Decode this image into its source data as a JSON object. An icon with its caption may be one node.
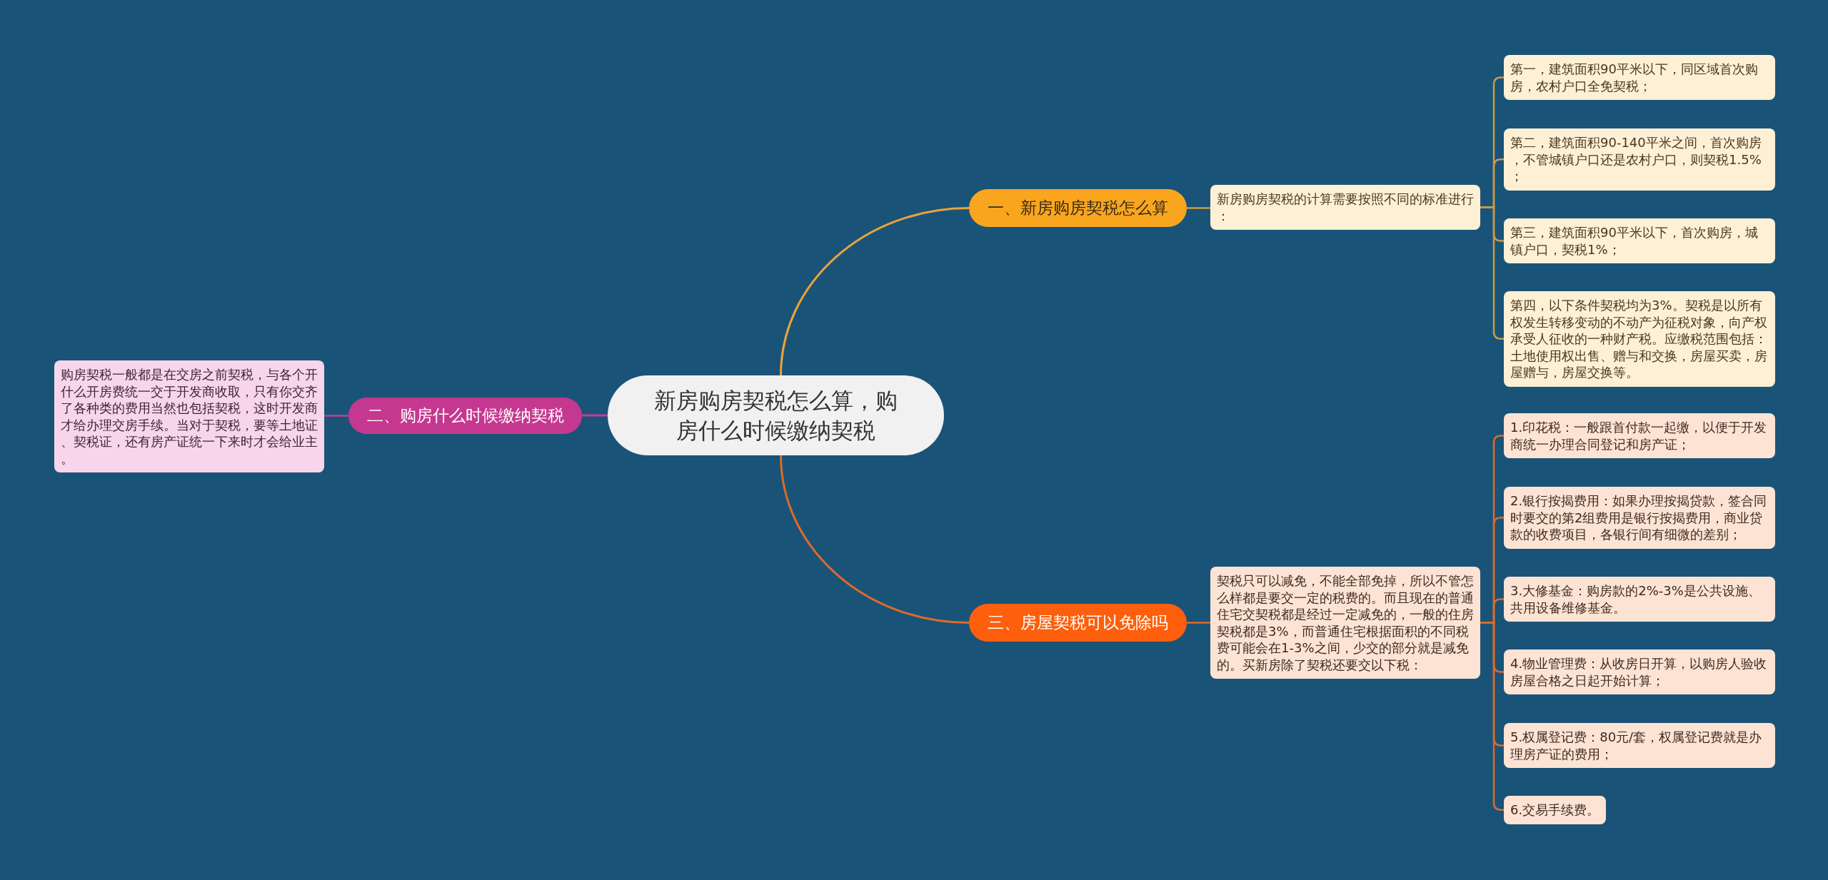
{
  "diagram": {
    "nodes": [
      {
        "text": [
          "新房购房契税怎么算，购房什么时候缴纳契税"
        ]
      },
      {
        "text": [
          "一、新房购房契税怎么算"
        ]
      },
      {
        "text": [
          "新房购房契税的计算需要按照不同的标准进行："
        ]
      },
      {
        "text": [
          "第一，建筑面积90平米以下，同区域首次购房，农村户口全免契税；"
        ]
      },
      {
        "text": [
          "第二，建筑面积90-140平米之间，首次购房，不管城镇户口还是农村户口，则契税1.5%；"
        ]
      },
      {
        "text": [
          "第三，建筑面积90平米以下，首次购房，城镇户口，契税1%；"
        ]
      },
      {
        "text": [
          "第四，以下条件契税均为3%。契税是以所有权发生转移变动的不动产为征税对象，向产权承受人征收的一种财产税。应缴税范围包括：土地使用权出售、赠与和交换，房屋买卖，房屋赠与，房屋交换等。"
        ]
      },
      {
        "text": [
          "二、购房什么时候缴纳契税"
        ]
      },
      {
        "text": [
          "购房契税一般都是在交房之前契税，与各个开什么开房费统一交于开发商收取，只有你交齐了各种类的费用当然也包括契税，这时开发商才给办理交房手续。当对于契税，要等土地证、契税证，还有房产证统一下来时才会给业主。"
        ]
      },
      {
        "text": [
          "三、房屋契税可以免除吗"
        ]
      },
      {
        "text": [
          "契税只可以减免，不能全部免掉，所以不管怎么样都是要交一定的税费的。而且现在的普通住宅交契税都是经过一定减免的，一般的住房契税都是3%，而普通住宅根据面积的不同税费可能会在1-3%之间，少交的部分就是减免的。买新房除了契税还要交以下税："
        ]
      },
      {
        "text": [
          "1.印花税：一般跟首付款一起缴，以便于开发商统一办理合同登记和房产证；"
        ]
      },
      {
        "text": [
          "2.银行按揭费用：如果办理按揭贷款，签合同时要交的第2组费用是银行按揭费用，商业贷款的收费项目，各银行间有细微的差别；"
        ]
      },
      {
        "text": [
          "3.大修基金：购房款的2%-3%是公共设施、共用设备维修基金。"
        ]
      },
      {
        "text": [
          "4.物业管理费：从收房日开算，以购房人验收房屋合格之日起开始计算；"
        ]
      },
      {
        "text": [
          "5.权属登记费：80元/套，权属登记费就是办理房产证的费用；"
        ]
      },
      {
        "text": [
          "6.交易手续费。"
        ]
      }
    ],
    "edges": [
      {
        "from": 0,
        "to": 1,
        "arrow": "none",
        "color": "#e9a43a"
      },
      {
        "from": 1,
        "to": 2,
        "arrow": "none",
        "color": "#c99a45"
      },
      {
        "from": 2,
        "to": 3,
        "arrow": "none",
        "color": "#c99a45"
      },
      {
        "from": 2,
        "to": 4,
        "arrow": "none",
        "color": "#c99a45"
      },
      {
        "from": 2,
        "to": 5,
        "arrow": "none",
        "color": "#c99a45"
      },
      {
        "from": 2,
        "to": 6,
        "arrow": "none",
        "color": "#c99a45"
      },
      {
        "from": 0,
        "to": 7,
        "arrow": "none",
        "color": "#c43c95"
      },
      {
        "from": 7,
        "to": 8,
        "arrow": "none",
        "color": "#c43c95"
      },
      {
        "from": 0,
        "to": 9,
        "arrow": "none"
      },
      {
        "from": 9,
        "to": 10,
        "arrow": "none"
      },
      {
        "from": 10,
        "to": 11,
        "arrow": "none"
      },
      {
        "from": 10,
        "to": 12,
        "arrow": "none"
      },
      {
        "from": 10,
        "to": 13,
        "arrow": "none"
      },
      {
        "from": 10,
        "to": 14,
        "arrow": "none"
      },
      {
        "from": 10,
        "to": 15,
        "arrow": "none"
      },
      {
        "from": 10,
        "to": 16,
        "arrow": "none"
      }
    ]
  }
}
